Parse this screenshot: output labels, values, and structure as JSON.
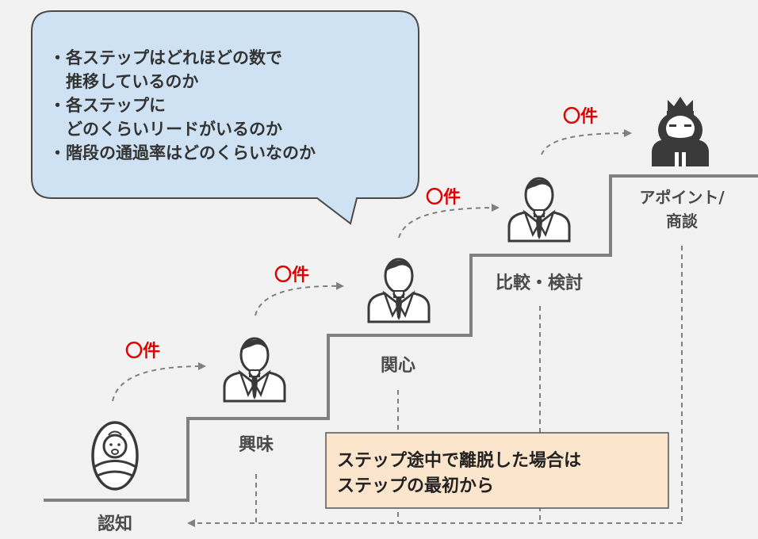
{
  "bubble": {
    "lines": [
      "・各ステップはどれほどの数で",
      "　推移しているのか",
      "・各ステップに",
      "　どのくらいリードがいるのか",
      "・階段の通過率はどのくらいなのか"
    ]
  },
  "stages": [
    {
      "label": "認知",
      "icon": "baby-icon"
    },
    {
      "label": "興味",
      "icon": "person-icon"
    },
    {
      "label": "関心",
      "icon": "person-icon"
    },
    {
      "label": "比較・検討",
      "icon": "person-icon"
    },
    {
      "label_line1": "アポイント/",
      "label_line2": "商談",
      "icon": "king-icon"
    }
  ],
  "counts": [
    "〇件",
    "〇件",
    "〇件",
    "〇件"
  ],
  "note": {
    "line1": "ステップ途中で離脱した場合は",
    "line2": "ステップの最初から"
  },
  "colors": {
    "bubble_fill": "#cfe2f3",
    "note_fill": "#fce5cd",
    "count_text": "#e00000",
    "stairs": "#808080"
  }
}
